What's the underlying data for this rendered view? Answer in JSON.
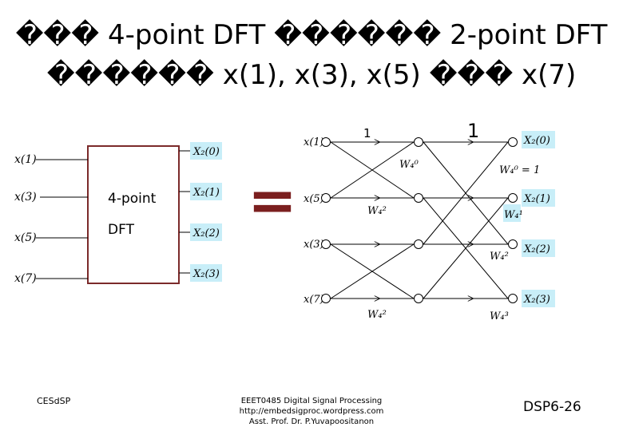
{
  "title": {
    "line1": "��� 4-point DFT ������ 2-point DFT",
    "line2": "������ x(1), x(3), x(5) ��� x(7)"
  },
  "left_block": {
    "inputs": [
      "x(1)",
      "x(3)",
      "x(5)",
      "x(7)"
    ],
    "box_label_1": "4-point",
    "box_label_2": "DFT",
    "outputs": [
      "X₂(0)",
      "X₂(1)",
      "X₂(2)",
      "X₂(3)"
    ]
  },
  "equals_sign": "=",
  "butterfly": {
    "inputs": [
      "x(1)",
      "x(5)",
      "x(3)",
      "x(7)"
    ],
    "outputs": [
      "X₂(0)",
      "X₂(1)",
      "X₂(2)",
      "X₂(3)"
    ],
    "annotation_small": "1",
    "annotation_large": "1",
    "w0_label": "W₄⁰",
    "w0_eq": "W₄⁰ = 1",
    "w1_label": "W₄¹",
    "w2_labels": [
      "W₄²",
      "W₄²",
      "W₄²"
    ],
    "w3_label": "W₄³"
  },
  "footer": {
    "left": "CESdSP",
    "center_line1": "EEET0485 Digital Signal Processing",
    "center_line2": "http://embedsigproc.wordpress.com",
    "center_line3": "Asst. Prof. Dr. P.Yuvapoositanon",
    "right": "DSP6-26"
  },
  "colors": {
    "box_border": "#7b2a2a",
    "equals": "#7b1f1f",
    "output_highlight": "#c8eef8",
    "arrow": "#000000"
  }
}
